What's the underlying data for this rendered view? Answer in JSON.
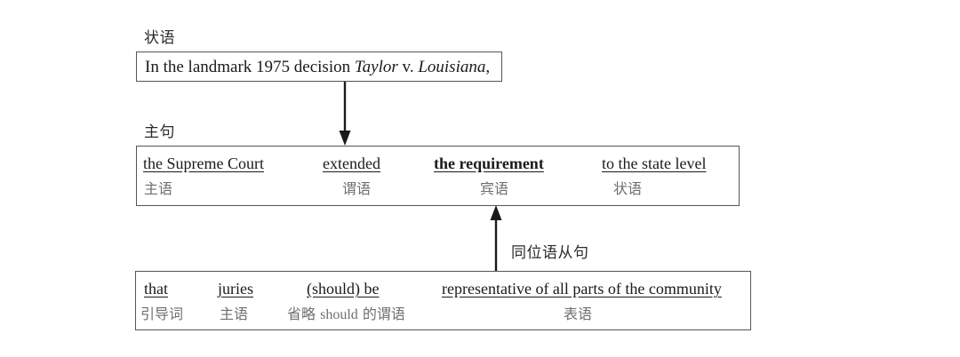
{
  "diagram": {
    "title_unused": "",
    "stroke_color": "#555555",
    "text_color": "#1a1a1a",
    "label_color": "#6e6e6e",
    "background": "#ffffff"
  },
  "labels": {
    "adverbial": "状语",
    "main_clause": "主句",
    "appositive_clause": "同位语从句"
  },
  "adverbial_box": {
    "text_lead": "In the landmark 1975 decision ",
    "case_part1": "Taylor",
    "case_connector": " v. ",
    "case_part2": "Louisiana",
    "trailing": ","
  },
  "main_clause": {
    "chunks": [
      {
        "en": "the Supreme Court",
        "cn": "主语",
        "bold": false
      },
      {
        "en": "extended",
        "cn": "谓语",
        "bold": false
      },
      {
        "en": "the requirement",
        "cn": "宾语",
        "bold": true
      },
      {
        "en": "to the state level",
        "cn": "状语",
        "bold": false
      }
    ]
  },
  "appositive_clause": {
    "chunks": [
      {
        "en": "that",
        "cn": "引导词",
        "bold": false
      },
      {
        "en": "juries",
        "cn": "主语",
        "bold": false
      },
      {
        "en": "(should) be",
        "cn_prefix": "省略 ",
        "cn_latin": "should",
        "cn_suffix": " 的谓语",
        "cn": "省略 should 的谓语",
        "bold": false
      },
      {
        "en": "representative of all parts of the community",
        "cn": "表语",
        "bold": false
      }
    ]
  },
  "connectors": [
    {
      "name": "adverbial-to-main",
      "direction": "down"
    },
    {
      "name": "appositive-to-object",
      "direction": "up"
    }
  ]
}
